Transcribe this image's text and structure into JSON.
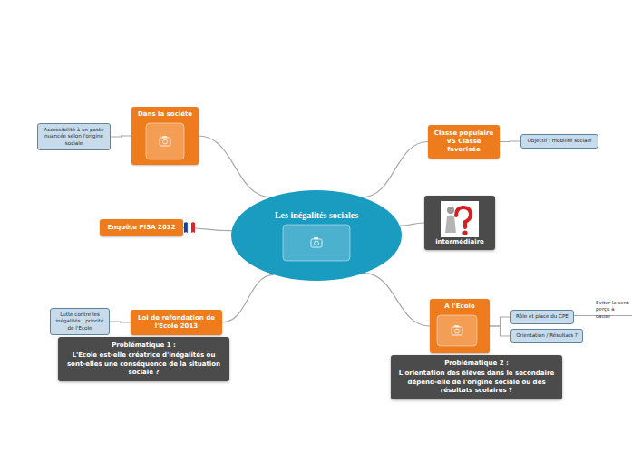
{
  "diagram": {
    "nodes": [
      {
        "text": [
          "Les inégalités sociales"
        ]
      },
      {
        "text": [
          "Dans la société"
        ]
      },
      {
        "text": [
          "Accessibilité à un poste nuancée selon l'origine sociale"
        ]
      },
      {
        "text": [
          "Classe populaire VS Classe favorisée"
        ]
      },
      {
        "text": [
          "Objectif : mobilité sociale"
        ]
      },
      {
        "text": [
          "Classe intermédiaire"
        ]
      },
      {
        "text": [
          "Enquête PISA 2012"
        ]
      },
      {
        "text": [
          "Loi de refondation de l'Ecole 2013"
        ]
      },
      {
        "text": [
          "Lutte contre les inégalités : priorité de l'Ecole"
        ]
      },
      {
        "text": [
          "Problématique 1 :",
          "L'Ecole est-elle créatrice d'inégalités ou sont-elles une conséquence de la situation sociale ?"
        ]
      },
      {
        "text": [
          "A l'Ecole"
        ]
      },
      {
        "text": [
          "Rôle et place du CPE"
        ]
      },
      {
        "text": [
          "Orientation / Résultats ?"
        ]
      },
      {
        "text": [
          "Problématique 2 :",
          "L'orientation des élèves dans le secondaire dépend-elle de l'origine sociale ou des résultats scolaires ?"
        ]
      }
    ],
    "edges": [
      {
        "from": 0,
        "to": 1,
        "arrow": "none"
      },
      {
        "from": 1,
        "to": 2,
        "arrow": "none"
      },
      {
        "from": 0,
        "to": 3,
        "arrow": "none"
      },
      {
        "from": 3,
        "to": 4,
        "arrow": "none"
      },
      {
        "from": 0,
        "to": 5,
        "arrow": "none"
      },
      {
        "from": 0,
        "to": 6,
        "arrow": "none"
      },
      {
        "from": 0,
        "to": 7,
        "arrow": "none"
      },
      {
        "from": 7,
        "to": 8,
        "arrow": "none"
      },
      {
        "from": 0,
        "to": 10,
        "arrow": "none"
      },
      {
        "from": 10,
        "to": 11,
        "arrow": "none"
      },
      {
        "from": 10,
        "to": 12,
        "arrow": "none"
      }
    ],
    "labels": [
      "Eviter la sent perçu à cause"
    ]
  }
}
